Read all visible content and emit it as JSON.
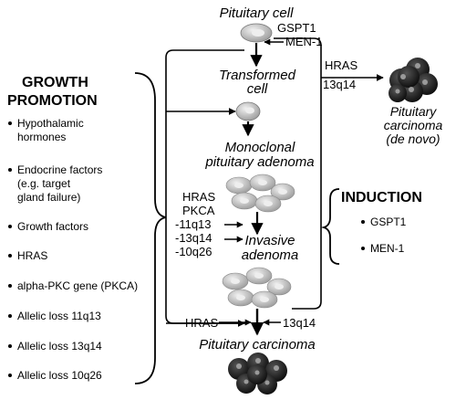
{
  "stages": {
    "pituitary_cell": "Pituitary cell",
    "transformed_line1": "Transformed",
    "transformed_line2": "cell",
    "monoclonal_line1": "Monoclonal",
    "monoclonal_line2": "pituitary adenoma",
    "invasive_line1": "Invasive",
    "invasive_line2": "adenoma",
    "pituitary_carcinoma": "Pituitary carcinoma",
    "denovo_line1": "Pituitary",
    "denovo_line2": "carcinoma",
    "denovo_line3": "(de novo)"
  },
  "genes": {
    "gspt1": "GSPT1",
    "men1": "MEN-1",
    "hras_top": "HRAS",
    "q14_top": "13q14",
    "hras_mid": "HRAS",
    "pkca_mid": "PKCA",
    "loss_11q13": "-11q13",
    "loss_13q14": "-13q14",
    "loss_10q26": "-10q26",
    "hras_bottom": "HRAS",
    "q14_bottom": "13q14"
  },
  "growth_promotion": {
    "title_line1": "GROWTH",
    "title_line2": "PROMOTION",
    "items": [
      {
        "lines": [
          "Hypothalamic",
          "hormones"
        ]
      },
      {
        "lines": [
          "Endocrine factors",
          "(e.g. target",
          "gland failure)"
        ]
      },
      {
        "lines": [
          "Growth factors"
        ]
      },
      {
        "lines": [
          "HRAS"
        ]
      },
      {
        "lines": [
          "alpha-PKC gene (PKCA)"
        ]
      },
      {
        "lines": [
          "Allelic loss 11q13"
        ]
      },
      {
        "lines": [
          "Allelic loss 13q14"
        ]
      },
      {
        "lines": [
          "Allelic loss 10q26"
        ]
      }
    ]
  },
  "induction": {
    "title": "INDUCTION",
    "items": [
      "GSPT1",
      "MEN-1"
    ]
  },
  "colors": {
    "ink": "#000000",
    "cell_light": "#cfcfcf",
    "cell_mid": "#a8a8a8",
    "nucleus": "#ececec",
    "carcinoma_dark": "#1a1a1a",
    "carcinoma_nucleus": "#8a8a8a"
  }
}
